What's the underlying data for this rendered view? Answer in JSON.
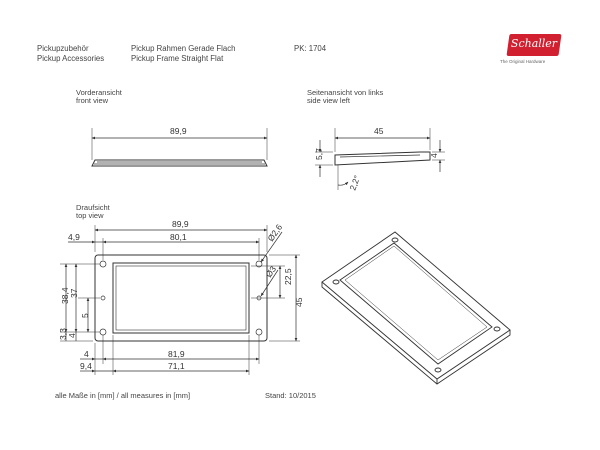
{
  "header": {
    "category_de": "Pickupzubehör",
    "category_en": "Pickup Accessories",
    "product_de": "Pickup Rahmen Gerade Flach",
    "product_en": "Pickup Frame Straight Flat",
    "part_no": "PK: 1704"
  },
  "logo": {
    "brand": "Schaller",
    "tagline": "The Original Hardware"
  },
  "views": {
    "front": {
      "label_de": "Vorderansicht",
      "label_en": "front view"
    },
    "side": {
      "label_de": "Seitenansicht von links",
      "label_en": "side view left"
    },
    "top": {
      "label_de": "Draufsicht",
      "label_en": "top view"
    }
  },
  "dimensions": {
    "front_width": "89,9",
    "side_length": "45",
    "side_height": "5,7",
    "side_thickness": "4",
    "side_angle": "2,2°",
    "top_width": "89,9",
    "top_inner_width": "80,1",
    "top_offset": "4,9",
    "hole_dia_1": "Ø2,6",
    "hole_dia_2": "Ø3",
    "top_inner_height": "22,5",
    "top_height": "45",
    "top_h_38": "38,4",
    "top_h_37": "37",
    "top_h_5": "5",
    "top_h_33": "3,3",
    "top_h_4": "4",
    "bottom_4": "4",
    "bottom_819": "81,9",
    "bottom_94": "9,4",
    "bottom_711": "71,1"
  },
  "footer": {
    "measures_note": "alle Maße in [mm] / all measures in [mm]",
    "date": "Stand: 10/2015"
  }
}
